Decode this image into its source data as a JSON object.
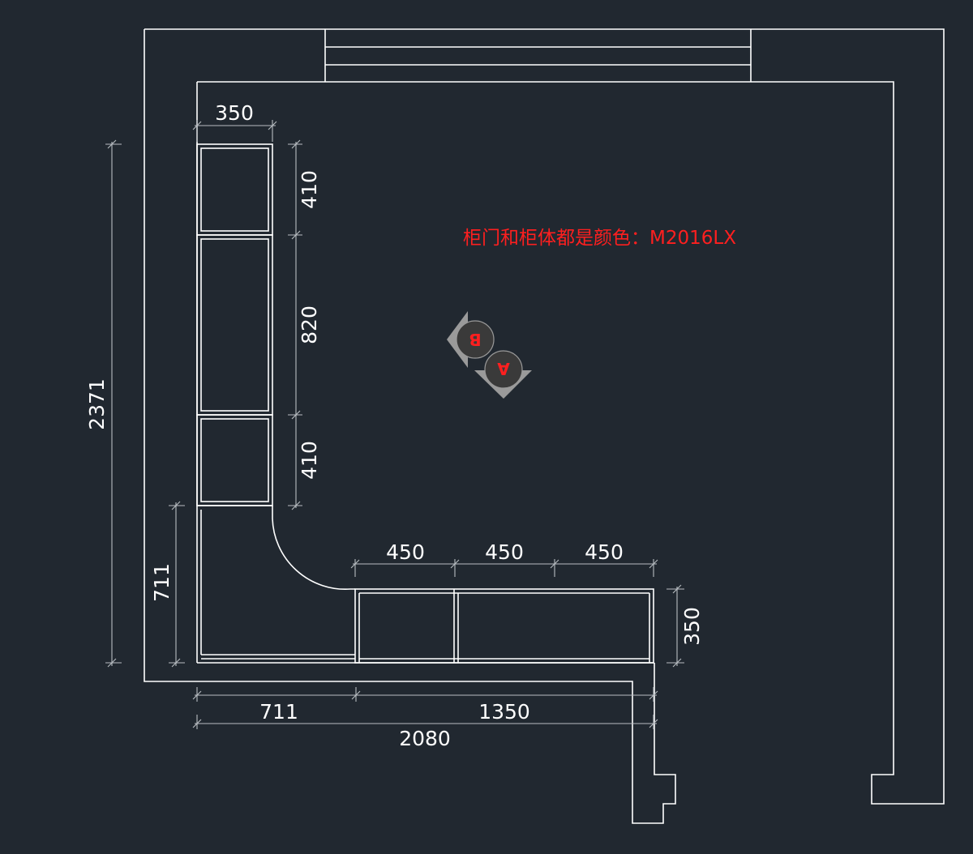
{
  "note": {
    "text": "柜门和柜体都是颜色：M2016LX",
    "color": "#ff1f1f"
  },
  "dimensions": {
    "vertical_cabinet_depth": "350",
    "vertical_sections": [
      "410",
      "820",
      "410"
    ],
    "overall_height": "2371",
    "corner_height": "711",
    "horizontal_sections": [
      "450",
      "450",
      "450"
    ],
    "horizontal_cabinet_depth": "350",
    "bottom_corner_width": "711",
    "bottom_run_width": "1350",
    "overall_width": "2080"
  },
  "view_markers": {
    "b": "B",
    "a": "A"
  },
  "colors": {
    "background": "#212830",
    "lines": "#ffffff",
    "dimension_lines": "#b9bdc2"
  }
}
